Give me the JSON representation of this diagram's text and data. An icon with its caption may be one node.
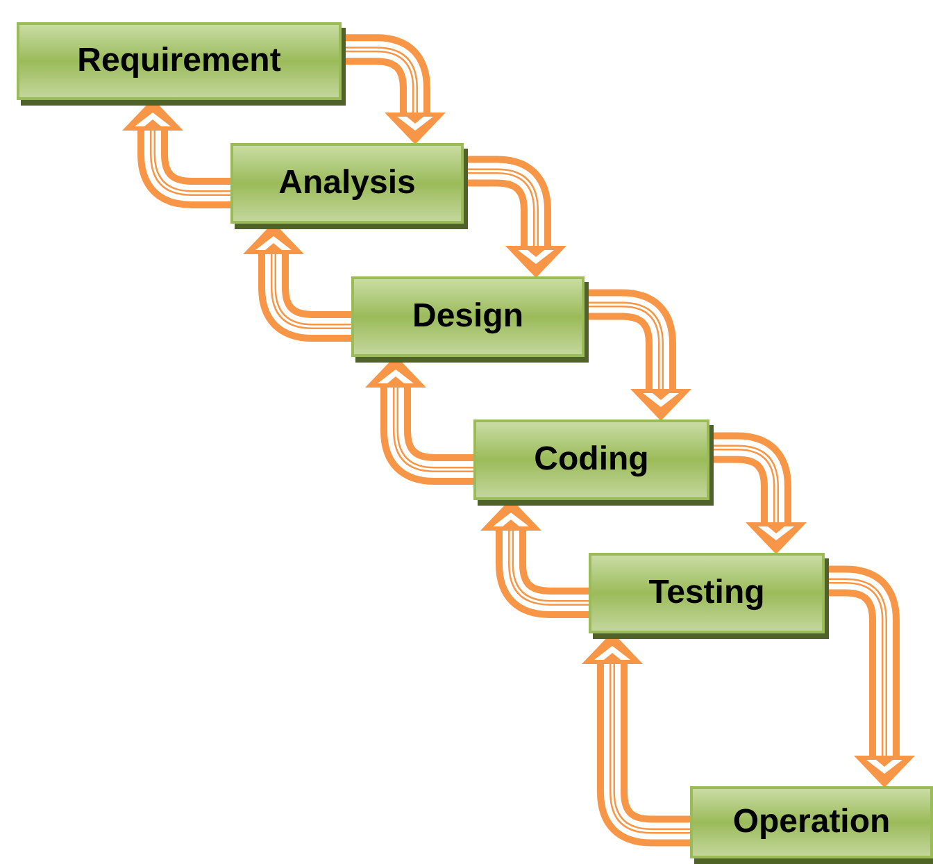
{
  "diagram": {
    "nodes": [
      {
        "text": [
          "Requirement"
        ]
      },
      {
        "text": [
          "Analysis"
        ]
      },
      {
        "text": [
          "Design"
        ]
      },
      {
        "text": [
          "Coding"
        ]
      },
      {
        "text": [
          "Testing"
        ]
      },
      {
        "text": [
          "Operation"
        ]
      }
    ],
    "edges": [
      {
        "from": 0,
        "to": 1,
        "arrow": "to"
      },
      {
        "from": 1,
        "to": 0,
        "arrow": "to"
      },
      {
        "from": 1,
        "to": 2,
        "arrow": "to"
      },
      {
        "from": 2,
        "to": 1,
        "arrow": "to"
      },
      {
        "from": 2,
        "to": 3,
        "arrow": "to"
      },
      {
        "from": 3,
        "to": 2,
        "arrow": "to"
      },
      {
        "from": 3,
        "to": 4,
        "arrow": "to"
      },
      {
        "from": 4,
        "to": 3,
        "arrow": "to"
      },
      {
        "from": 4,
        "to": 5,
        "arrow": "to"
      },
      {
        "from": 5,
        "to": 4,
        "arrow": "to"
      }
    ]
  }
}
